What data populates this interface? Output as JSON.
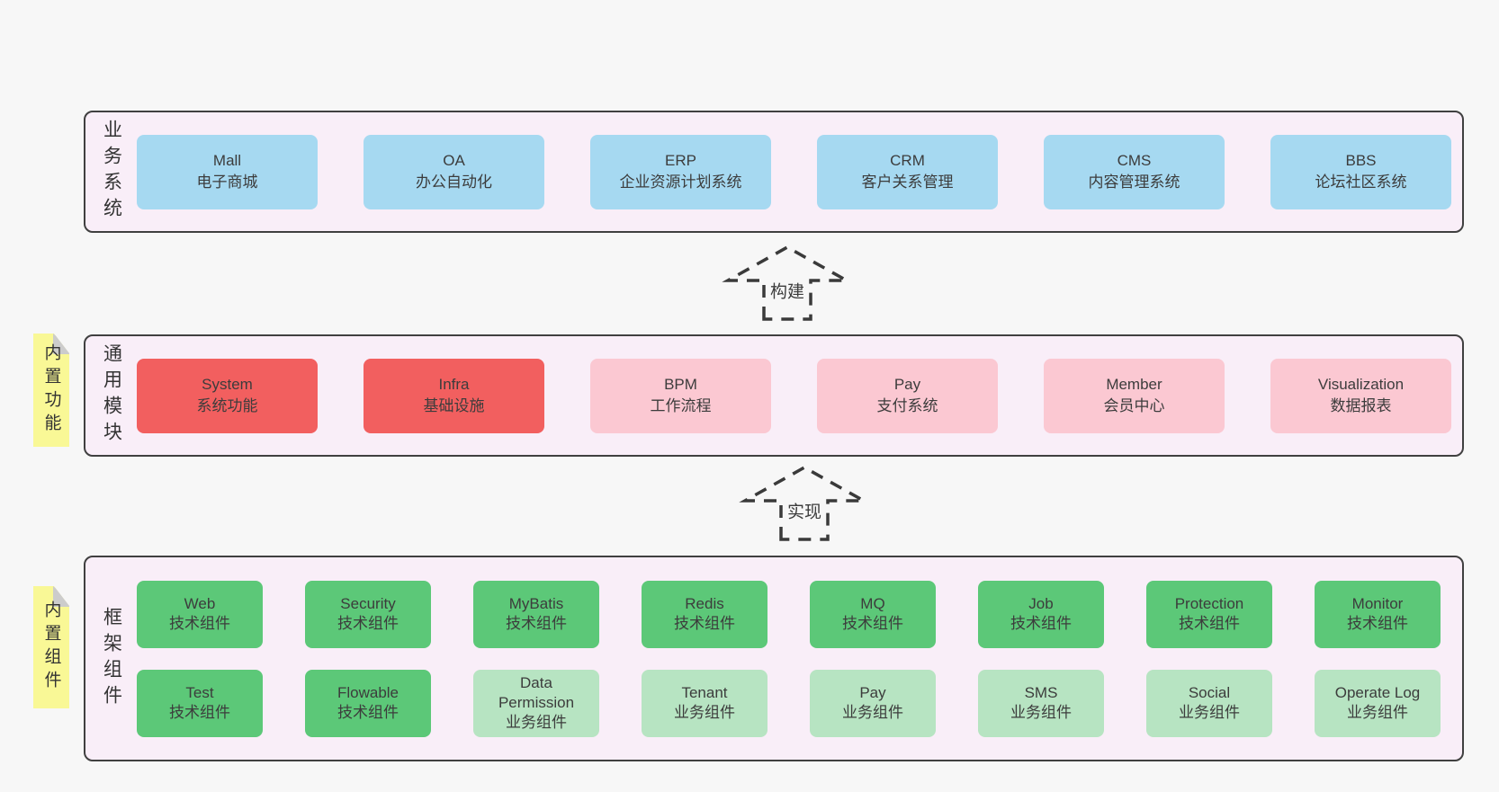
{
  "colors": {
    "page_bg": "#f7f7f7",
    "panel_bg": "#f9eef8",
    "panel_border": "#404040",
    "box_blue": "#a6d9f1",
    "box_red": "#f25f5f",
    "box_pink": "#fbc8d2",
    "box_green_dark": "#5cc878",
    "box_green_light": "#b7e4c2",
    "note_yellow": "#f9f896",
    "note_fold": "#cccccc",
    "arrow": "#3a3a3a",
    "text": "#3c3c3c"
  },
  "arrows": [
    {
      "label": "构建"
    },
    {
      "label": "实现"
    }
  ],
  "layers": {
    "business": {
      "label": "业务系统",
      "boxes": [
        {
          "name": "Mall",
          "desc": "电子商城",
          "variant": "blue"
        },
        {
          "name": "OA",
          "desc": "办公自动化",
          "variant": "blue"
        },
        {
          "name": "ERP",
          "desc": "企业资源计划系统",
          "variant": "blue"
        },
        {
          "name": "CRM",
          "desc": "客户关系管理",
          "variant": "blue"
        },
        {
          "name": "CMS",
          "desc": "内容管理系统",
          "variant": "blue"
        },
        {
          "name": "BBS",
          "desc": "论坛社区系统",
          "variant": "blue"
        }
      ]
    },
    "modules": {
      "label": "通用模块",
      "note": "内置功能",
      "boxes": [
        {
          "name": "System",
          "desc": "系统功能",
          "variant": "red"
        },
        {
          "name": "Infra",
          "desc": "基础设施",
          "variant": "red"
        },
        {
          "name": "BPM",
          "desc": "工作流程",
          "variant": "pink"
        },
        {
          "name": "Pay",
          "desc": "支付系统",
          "variant": "pink"
        },
        {
          "name": "Member",
          "desc": "会员中心",
          "variant": "pink"
        },
        {
          "name": "Visualization",
          "desc": "数据报表",
          "variant": "pink"
        }
      ]
    },
    "components": {
      "label": "框架组件",
      "note": "内置组件",
      "row1": [
        {
          "name": "Web",
          "desc": "技术组件",
          "variant": "green-dark"
        },
        {
          "name": "Security",
          "desc": "技术组件",
          "variant": "green-dark"
        },
        {
          "name": "MyBatis",
          "desc": "技术组件",
          "variant": "green-dark"
        },
        {
          "name": "Redis",
          "desc": "技术组件",
          "variant": "green-dark"
        },
        {
          "name": "MQ",
          "desc": "技术组件",
          "variant": "green-dark"
        },
        {
          "name": "Job",
          "desc": "技术组件",
          "variant": "green-dark"
        },
        {
          "name": "Protection",
          "desc": "技术组件",
          "variant": "green-dark"
        },
        {
          "name": "Monitor",
          "desc": "技术组件",
          "variant": "green-dark"
        }
      ],
      "row2": [
        {
          "name": "Test",
          "desc": "技术组件",
          "variant": "green-dark"
        },
        {
          "name": "Flowable",
          "desc": "技术组件",
          "variant": "green-dark"
        },
        {
          "name": "Data\nPermission",
          "desc": "业务组件",
          "variant": "green-light"
        },
        {
          "name": "Tenant",
          "desc": "业务组件",
          "variant": "green-light"
        },
        {
          "name": "Pay",
          "desc": "业务组件",
          "variant": "green-light"
        },
        {
          "name": "SMS",
          "desc": "业务组件",
          "variant": "green-light"
        },
        {
          "name": "Social",
          "desc": "业务组件",
          "variant": "green-light"
        },
        {
          "name": "Operate Log",
          "desc": "业务组件",
          "variant": "green-light"
        }
      ]
    }
  }
}
